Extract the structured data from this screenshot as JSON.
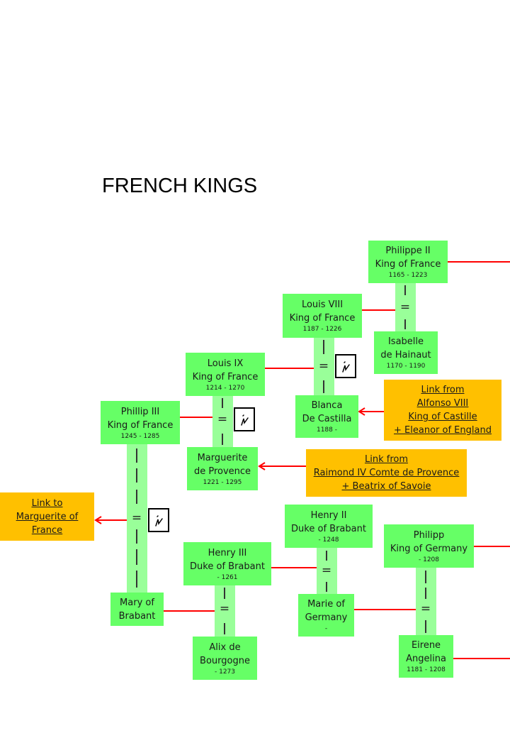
{
  "title": "FRENCH KINGS",
  "colors": {
    "person_box": "#66ff66",
    "marriage_bar": "#99ff99",
    "link_box": "#ffc000",
    "connector": "#ff0000"
  },
  "marriage_symbol": "=",
  "icon_name": "info-i-icon",
  "people": {
    "philippe_ii": {
      "l1": "Philippe II",
      "l2": "King of France",
      "years": "1165 - 1223"
    },
    "isabelle": {
      "l1": "Isabelle",
      "l2": "de Hainaut",
      "years": "1170 - 1190"
    },
    "louis_viii": {
      "l1": "Louis VIII",
      "l2": "King of France",
      "years": "1187 - 1226"
    },
    "blanca": {
      "l1": "Blanca",
      "l2": "De Castilla",
      "years": "1188 -"
    },
    "louis_ix": {
      "l1": "Louis IX",
      "l2": "King of France",
      "years": "1214 - 1270"
    },
    "marguerite": {
      "l1": "Marguerite",
      "l2": "de Provence",
      "years": "1221 - 1295"
    },
    "phillip_iii": {
      "l1": "Phillip III",
      "l2": "King of France",
      "years": "1245 - 1285"
    },
    "mary": {
      "l1": "Mary of",
      "l2": "Brabant"
    },
    "henry_iii": {
      "l1": "Henry III",
      "l2": "Duke of Brabant",
      "years": "- 1261"
    },
    "alix": {
      "l1": "Alix de",
      "l2": "Bourgogne",
      "years": "- 1273"
    },
    "henry_ii": {
      "l1": "Henry II",
      "l2": "Duke of Brabant",
      "years": "- 1248"
    },
    "marie": {
      "l1": "Marie of",
      "l2": "Germany",
      "years": "-"
    },
    "philipp": {
      "l1": "Philipp",
      "l2": "King of Germany",
      "years": "- 1208"
    },
    "eirene": {
      "l1": "Eirene",
      "l2": "Angelina",
      "years": "1181 - 1208"
    }
  },
  "links": {
    "castille": [
      "Link from",
      "Alfonso VIII",
      "King of Castille",
      "+  Eleanor of England"
    ],
    "provence": [
      "Link from",
      "Raimond IV Comte de Provence",
      "+  Beatrix of Savoie"
    ],
    "marguerite_france": [
      "Link to",
      "Marguerite of",
      "France"
    ]
  }
}
